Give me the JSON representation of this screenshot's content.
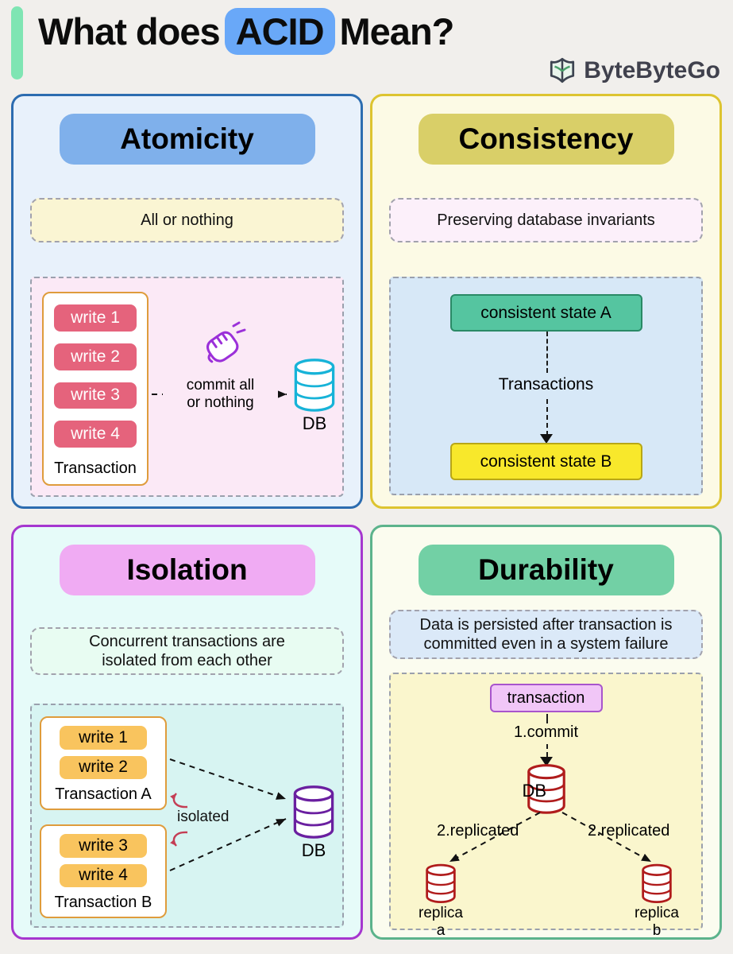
{
  "header": {
    "title_prefix": "What does",
    "title_highlight": "ACID",
    "title_suffix": "Mean?",
    "brand": "ByteByteGo"
  },
  "colors": {
    "accent_bar": "#7fe5b3",
    "acid_highlight": "#69a8f8",
    "atomicity_border": "#2c6cb0",
    "atomicity_pill": "#7fb0eb",
    "consistency_border": "#ddc430",
    "consistency_pill": "#d9cf68",
    "isolation_border": "#a636cf",
    "isolation_pill": "#f0abf3",
    "durability_border": "#5cb38c",
    "durability_pill": "#72d0a5",
    "write_chip_red": "#e5637c",
    "write_chip_orange": "#f9c45e",
    "db_cyan": "#17b3d8",
    "db_purple": "#6a1fa0",
    "db_red": "#b01c1c",
    "state_a_green": "#55c5a0",
    "state_b_yellow": "#f8e82b"
  },
  "atomicity": {
    "title": "Atomicity",
    "subtitle": "All or nothing",
    "writes": [
      "write 1",
      "write 2",
      "write 3",
      "write 4"
    ],
    "transaction_label": "Transaction",
    "arrow_line1": "commit all",
    "arrow_line2": "or nothing",
    "db_label": "DB"
  },
  "consistency": {
    "title": "Consistency",
    "subtitle": "Preserving database invariants",
    "state_a": "consistent state A",
    "arrow_label": "Transactions",
    "state_b": "consistent state B"
  },
  "isolation": {
    "title": "Isolation",
    "subtitle_line1": "Concurrent transactions are",
    "subtitle_line2": "isolated from each other",
    "transaction_a": {
      "writes": [
        "write 1",
        "write 2"
      ],
      "label": "Transaction A"
    },
    "transaction_b": {
      "writes": [
        "write 3",
        "write 4"
      ],
      "label": "Transaction B"
    },
    "isolated_label": "isolated",
    "db_label": "DB"
  },
  "durability": {
    "title": "Durability",
    "subtitle_line1": "Data is persisted after transaction is",
    "subtitle_line2": "committed even in a system failure",
    "transaction_label": "transaction",
    "commit_label": "1.commit",
    "db_label": "DB",
    "replicated_left": "2.replicated",
    "replicated_right": "2.replicated",
    "replica_a": "replica a",
    "replica_b": "replica b"
  }
}
